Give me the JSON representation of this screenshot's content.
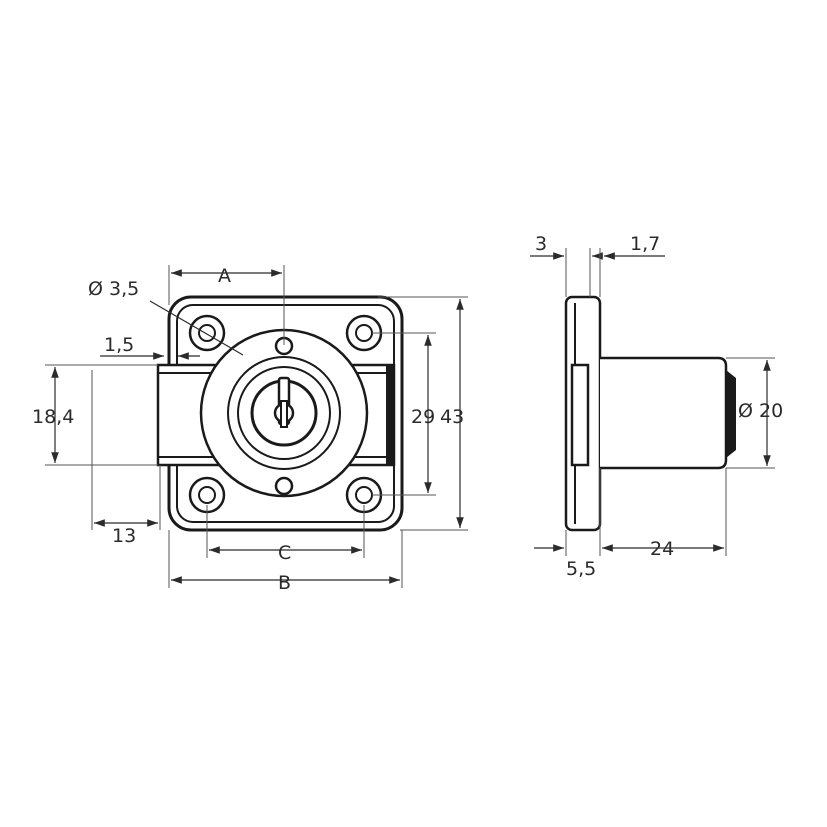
{
  "front_view": {
    "dimensions": {
      "hole_diameter": "Ø 3,5",
      "width_a": "A",
      "bolt_offset": "1,5",
      "bolt_height": "18,4",
      "bolt_throw": "13",
      "hole_spacing_c": "C",
      "width_b": "B",
      "hole_spacing_vertical": "29",
      "height": "43"
    }
  },
  "side_view": {
    "dimensions": {
      "plate_thickness": "3",
      "step": "1,7",
      "cylinder_diameter": "Ø 20",
      "flange": "5,5",
      "cylinder_length": "24"
    }
  }
}
